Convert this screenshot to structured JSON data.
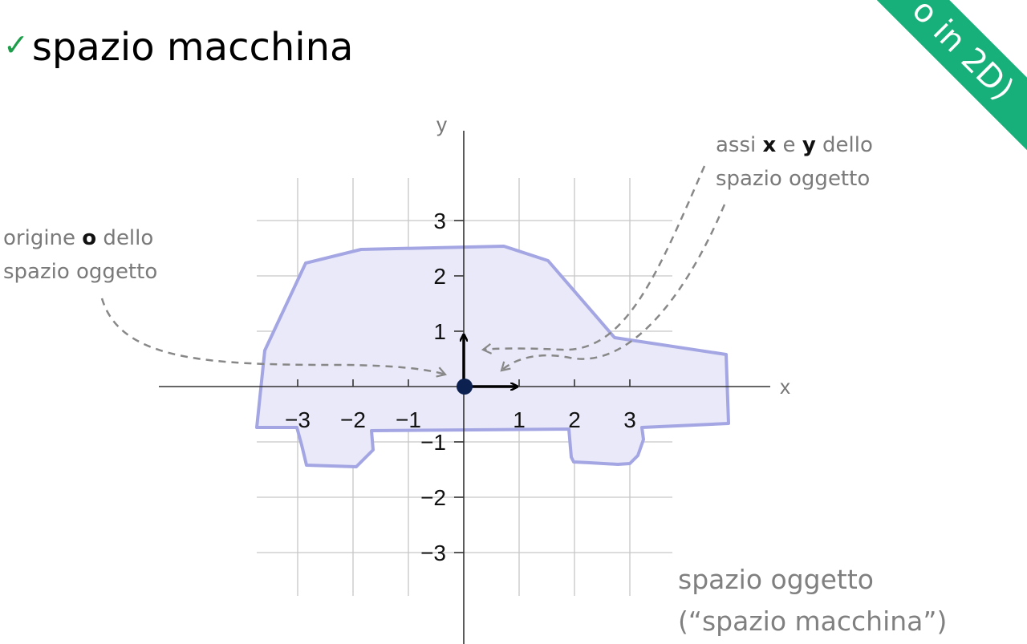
{
  "slide": {
    "check_glyph": "✓",
    "title": "spazio macchina",
    "ribbon_text": "o in 2D)"
  },
  "diagram": {
    "axis_x_label": "x",
    "axis_y_label": "y",
    "x_tick_labels": [
      "−3",
      "−2",
      "−1",
      "1",
      "2",
      "3"
    ],
    "y_tick_labels": [
      "3",
      "2",
      "1",
      "−1",
      "−2",
      "−3"
    ],
    "car_fill_color": "#e9e9f9",
    "car_stroke_color": "#a3a6e3",
    "origin_color": "#0d2150"
  },
  "callouts": {
    "origin": {
      "prefix": "origine ",
      "bold": "o",
      "suffix": " dello",
      "line2": "spazio oggetto"
    },
    "axes": {
      "prefix": "assi ",
      "bold_x": "x",
      "middle": " e ",
      "bold_y": "y",
      "suffix": " dello",
      "line2": "spazio oggetto"
    }
  },
  "space_label": {
    "line1": "spazio oggetto",
    "line2": "(“spazio macchina”)"
  }
}
